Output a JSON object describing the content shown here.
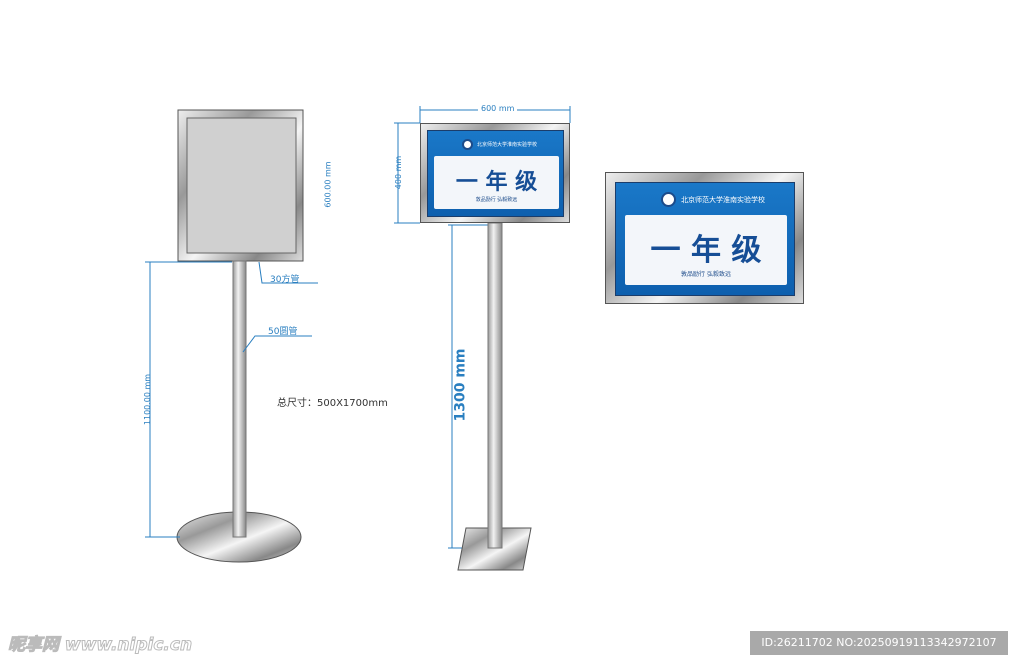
{
  "left_stand": {
    "height_label": "600.00 mm",
    "pole_label": "1100.00 mm",
    "square_tube_label": "30方管",
    "round_tube_label": "50圆管",
    "total_size_label": "总尺寸：500X1700mm"
  },
  "middle_stand": {
    "width_label": "600 mm",
    "height_label": "400 mm",
    "pole_label": "1300 mm"
  },
  "sign": {
    "school_name": "北京师范大学淮南实验学校",
    "grade": "一 年 级",
    "motto": "敦品励行 弘毅致远"
  },
  "watermark": {
    "logo_text": "昵享网 www.nipic.cn",
    "id_text": "ID:26211702 NO:20250919113342972107"
  },
  "colors": {
    "dimension": "#2a7fc0",
    "sign_blue": "#1a78c8",
    "grade_text": "#164e96"
  }
}
